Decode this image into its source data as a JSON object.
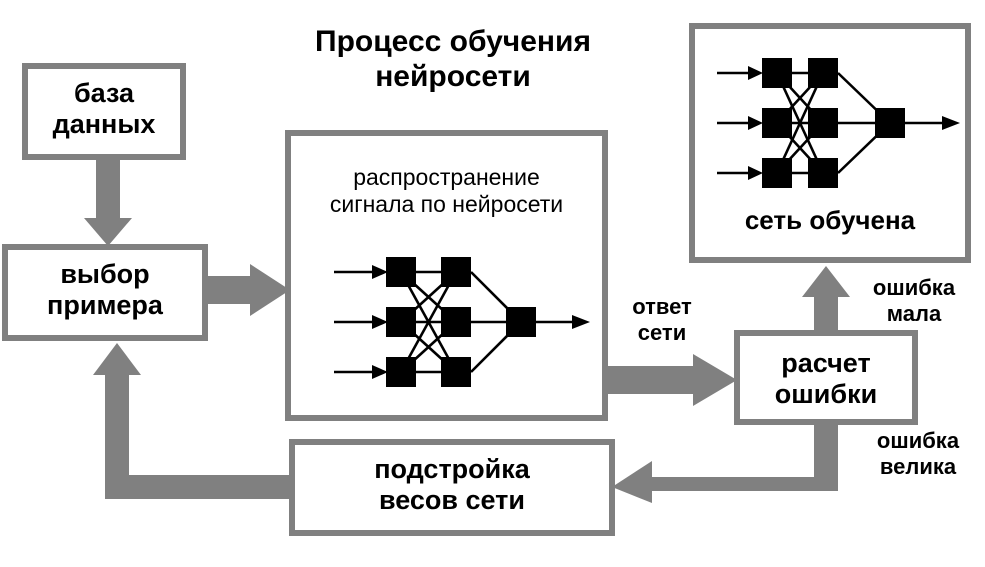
{
  "diagram": {
    "title": "Процесс обучения\nнейросети",
    "colors": {
      "arrow_gray": "#808080",
      "box_border": "#808080",
      "node_black": "#000000",
      "background": "#ffffff"
    },
    "boxes": {
      "database": "база\nданных",
      "select_example": "выбор\nпримера",
      "propagation": "распространение\nсигнала по нейросети",
      "error_calc": "расчет\nошибки",
      "weight_tuning": "подстройка\nвесов сети",
      "trained_net": "сеть обучена"
    },
    "edge_labels": {
      "net_answer": "ответ\nсети",
      "error_small": "ошибка\nмала",
      "error_large": "ошибка\nвелика"
    },
    "network": {
      "input_count": 3,
      "hidden_count": 3,
      "output_count": 1,
      "node_shape": "square"
    }
  }
}
